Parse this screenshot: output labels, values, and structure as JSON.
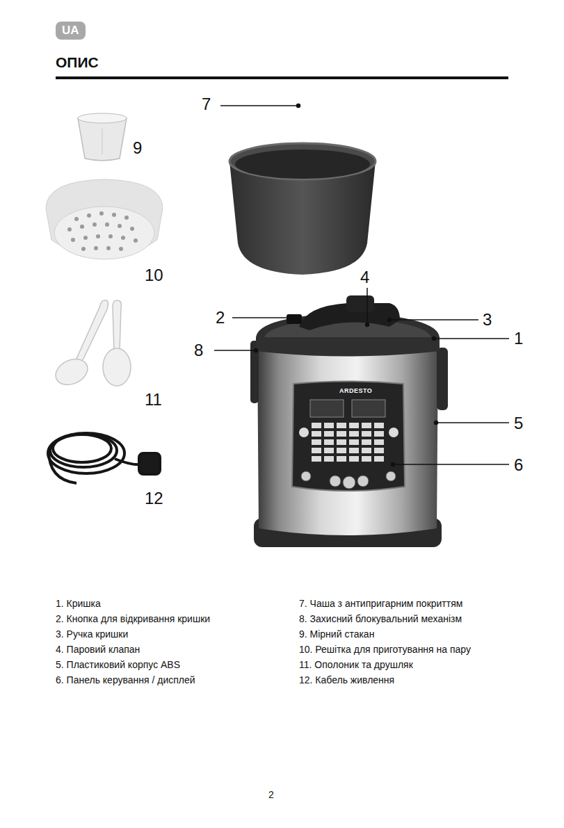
{
  "diagram": {
    "title": "ОПИС",
    "nodes": [
      {
        "text": [
          "UA"
        ]
      }
    ],
    "labels": [
      "7",
      "9",
      "10",
      "4",
      "2",
      "3",
      "1",
      "8",
      "11",
      "5",
      "6",
      "12",
      "ARDESTO",
      "1. Кришка",
      "2. Кнопка для відкривання кришки",
      "3. Ручка кришки",
      "4. Паровий клапан",
      "5. Пластиковий корпус ABS",
      "6. Панель керування / дисплей",
      "7. Чаша з антипригарним покриттям",
      "8. Захисний блокувальний механізм",
      "9. Мірний стакан",
      "10. Решітка для приготування на пару",
      "11. Ополоник та друшляк",
      "12. Кабель живлення",
      "2"
    ]
  }
}
